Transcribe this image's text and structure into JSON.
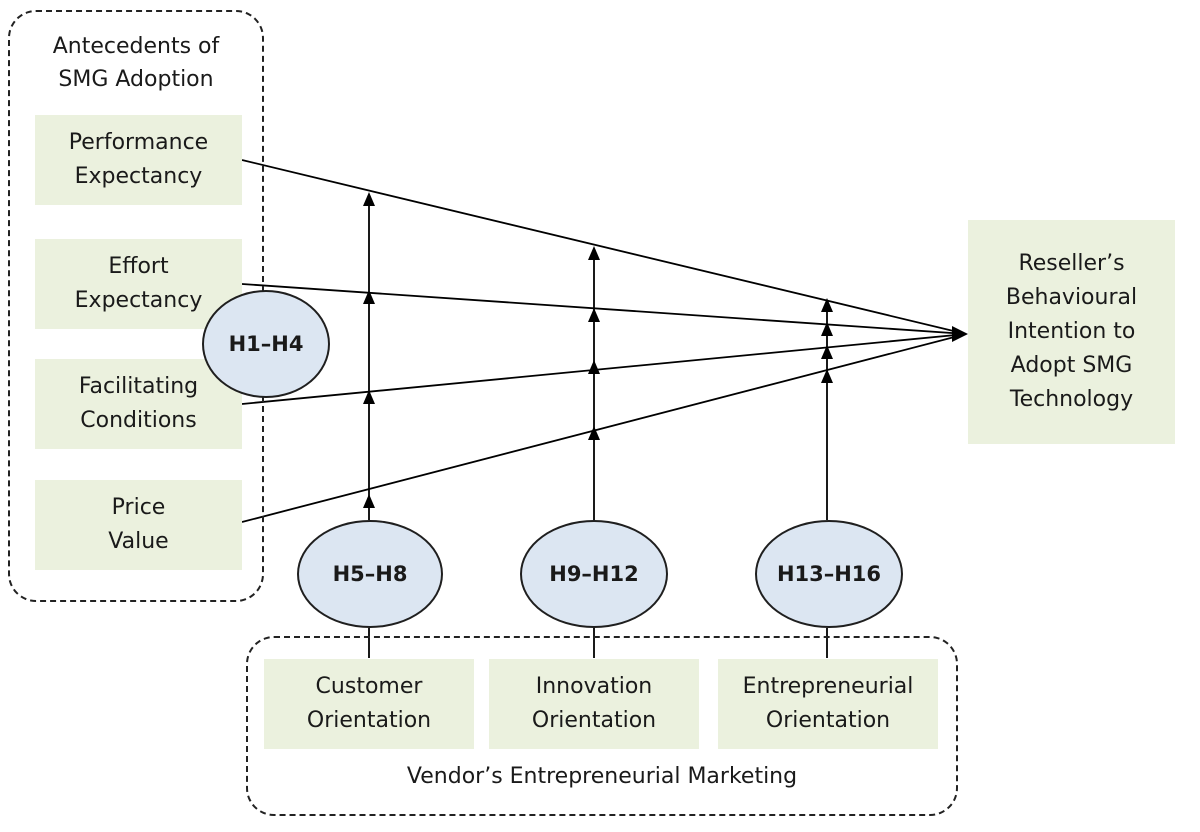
{
  "antecedents_group": {
    "title": "Antecedents of\nSMG Adoption",
    "items": [
      {
        "label": "Performance\nExpectancy"
      },
      {
        "label": "Effort\nExpectancy"
      },
      {
        "label": "Facilitating\nConditions"
      },
      {
        "label": "Price\nValue"
      }
    ]
  },
  "hypotheses": {
    "h1_h4": "H1–H4",
    "h5_h8": "H5–H8",
    "h9_h12": "H9–H12",
    "h13_h16": "H13–H16"
  },
  "marketing_group": {
    "title": "Vendor’s Entrepreneurial Marketing",
    "items": [
      {
        "label": "Customer\nOrientation"
      },
      {
        "label": "Innovation\nOrientation"
      },
      {
        "label": "Entrepreneurial\nOrientation"
      }
    ]
  },
  "outcome": {
    "label": "Reseller’s\nBehavioural\nIntention to\nAdopt SMG\nTechnology"
  },
  "colors": {
    "construct_fill": "#ebf1de",
    "hypothesis_fill": "#dce6f2",
    "line": "#000000"
  }
}
